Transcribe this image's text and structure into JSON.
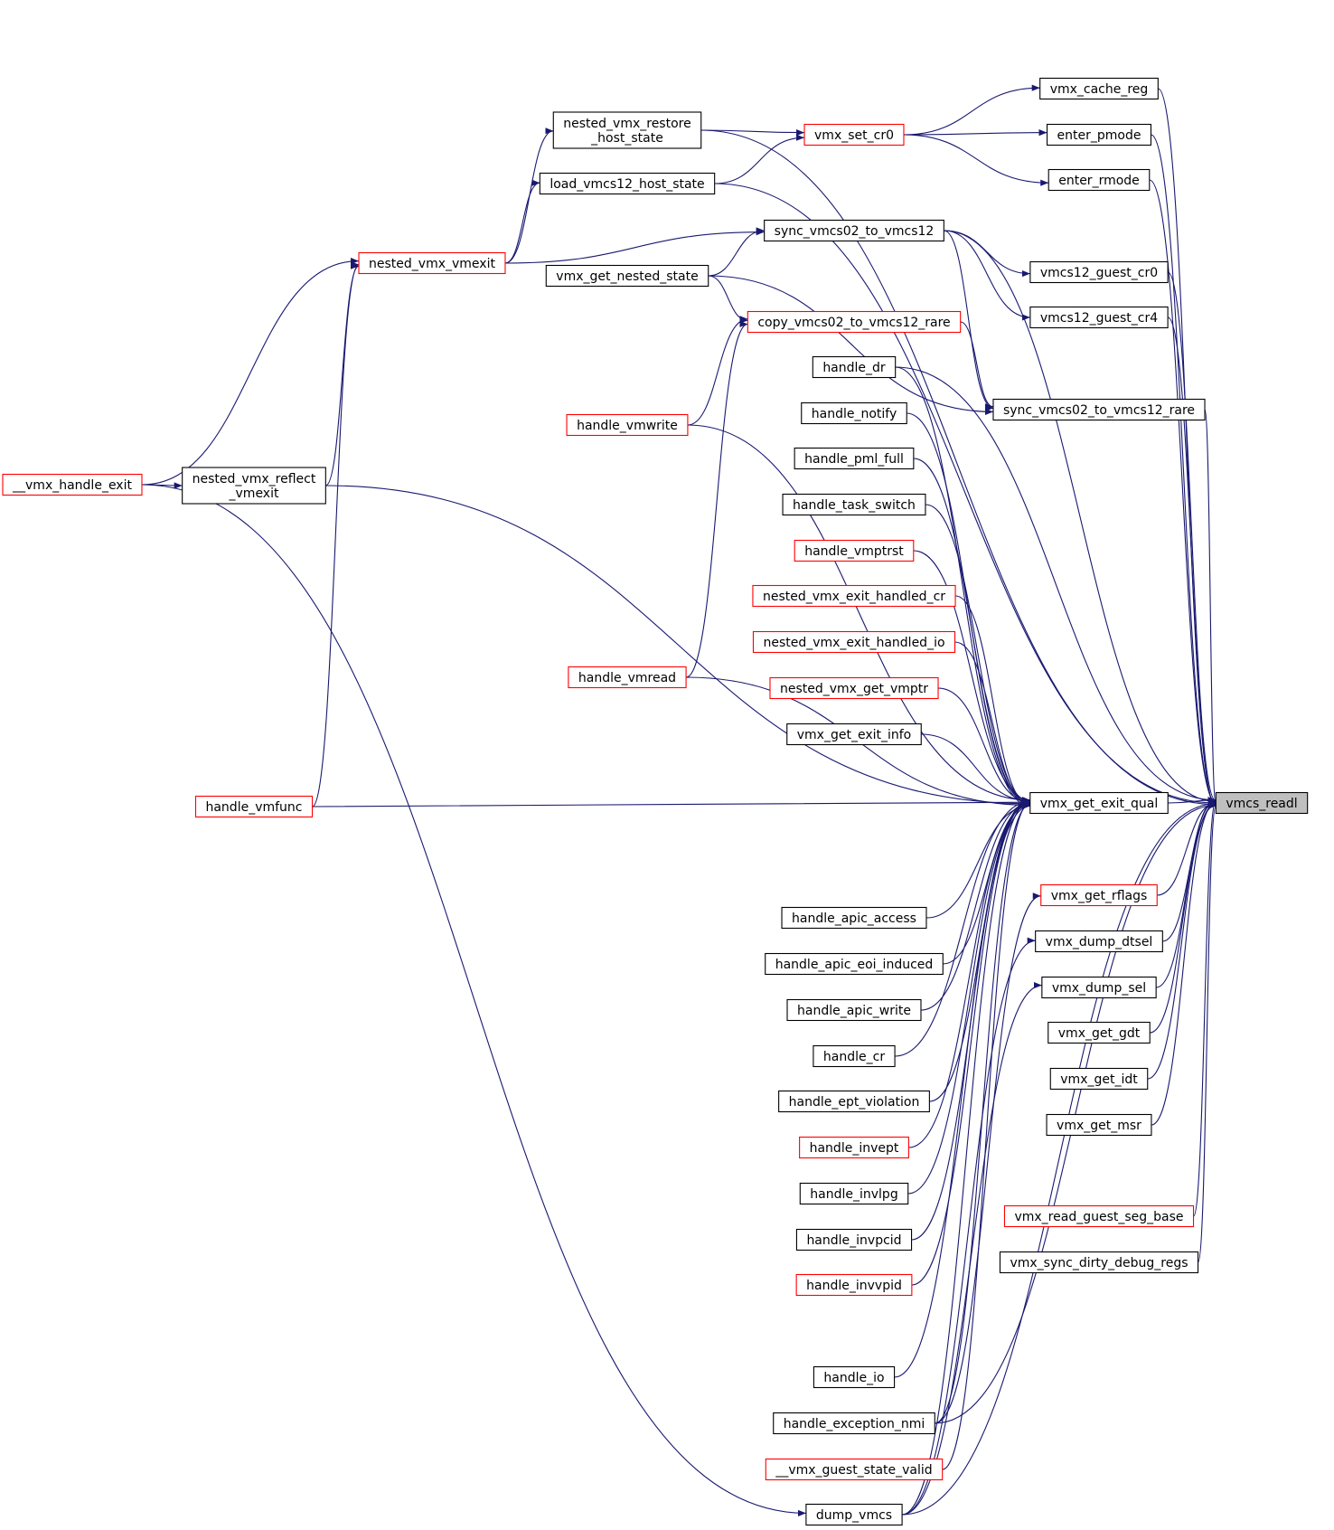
{
  "colors": {
    "edge": "#191970",
    "border_normal": "#000000",
    "border_truncated": "#ff0000",
    "root_fill": "#bfbfbf",
    "node_fill": "#ffffff"
  },
  "nodes": {
    "vmcs_readl": {
      "label": "vmcs_readl",
      "style": "root"
    },
    "vmx_get_exit_qual": {
      "label": "vmx_get_exit_qual",
      "style": "normal"
    },
    "vmx_cache_reg": {
      "label": "vmx_cache_reg",
      "style": "normal"
    },
    "enter_pmode": {
      "label": "enter_pmode",
      "style": "normal"
    },
    "enter_rmode": {
      "label": "enter_rmode",
      "style": "normal"
    },
    "vmcs12_guest_cr0": {
      "label": "vmcs12_guest_cr0",
      "style": "normal"
    },
    "vmcs12_guest_cr4": {
      "label": "vmcs12_guest_cr4",
      "style": "normal"
    },
    "sync_vmcs02_to_vmcs12_rare": {
      "label": "sync_vmcs02_to_vmcs12_rare",
      "style": "normal"
    },
    "vmx_get_rflags": {
      "label": "vmx_get_rflags",
      "style": "truncated"
    },
    "vmx_dump_dtsel": {
      "label": "vmx_dump_dtsel",
      "style": "normal"
    },
    "vmx_dump_sel": {
      "label": "vmx_dump_sel",
      "style": "normal"
    },
    "vmx_get_gdt": {
      "label": "vmx_get_gdt",
      "style": "normal"
    },
    "vmx_get_idt": {
      "label": "vmx_get_idt",
      "style": "normal"
    },
    "vmx_get_msr": {
      "label": "vmx_get_msr",
      "style": "normal"
    },
    "vmx_read_guest_seg_base": {
      "label": "vmx_read_guest_seg_base",
      "style": "truncated"
    },
    "vmx_sync_dirty_debug_regs": {
      "label": "vmx_sync_dirty_debug_regs",
      "style": "normal"
    },
    "vmx_set_cr0": {
      "label": "vmx_set_cr0",
      "style": "truncated"
    },
    "sync_vmcs02_to_vmcs12": {
      "label": "sync_vmcs02_to_vmcs12",
      "style": "normal"
    },
    "copy_vmcs02_to_vmcs12_rare": {
      "label": "copy_vmcs02_to_vmcs12_rare",
      "style": "truncated"
    },
    "handle_dr": {
      "label": "handle_dr",
      "style": "normal"
    },
    "handle_notify": {
      "label": "handle_notify",
      "style": "normal"
    },
    "handle_pml_full": {
      "label": "handle_pml_full",
      "style": "normal"
    },
    "handle_task_switch": {
      "label": "handle_task_switch",
      "style": "normal"
    },
    "handle_vmptrst": {
      "label": "handle_vmptrst",
      "style": "truncated"
    },
    "nested_vmx_exit_handled_cr": {
      "label": "nested_vmx_exit_handled_cr",
      "style": "truncated"
    },
    "nested_vmx_exit_handled_io": {
      "label": "nested_vmx_exit_handled_io",
      "style": "truncated"
    },
    "nested_vmx_get_vmptr": {
      "label": "nested_vmx_get_vmptr",
      "style": "truncated"
    },
    "vmx_get_exit_info": {
      "label": "vmx_get_exit_info",
      "style": "normal"
    },
    "handle_apic_access": {
      "label": "handle_apic_access",
      "style": "normal"
    },
    "handle_apic_eoi_induced": {
      "label": "handle_apic_eoi_induced",
      "style": "normal"
    },
    "handle_apic_write": {
      "label": "handle_apic_write",
      "style": "normal"
    },
    "handle_cr": {
      "label": "handle_cr",
      "style": "normal"
    },
    "handle_ept_violation": {
      "label": "handle_ept_violation",
      "style": "normal"
    },
    "handle_invept": {
      "label": "handle_invept",
      "style": "truncated"
    },
    "handle_invlpg": {
      "label": "handle_invlpg",
      "style": "normal"
    },
    "handle_invpcid": {
      "label": "handle_invpcid",
      "style": "normal"
    },
    "handle_invvpid": {
      "label": "handle_invvpid",
      "style": "truncated"
    },
    "handle_io": {
      "label": "handle_io",
      "style": "normal"
    },
    "handle_exception_nmi": {
      "label": "handle_exception_nmi",
      "style": "normal"
    },
    "vmx_guest_state_valid": {
      "label": "__vmx_guest_state_valid",
      "style": "truncated"
    },
    "dump_vmcs": {
      "label": "dump_vmcs",
      "style": "normal"
    },
    "nested_vmx_restore_host_state": {
      "label": "nested_vmx_restore\n_host_state",
      "style": "normal"
    },
    "load_vmcs12_host_state": {
      "label": "load_vmcs12_host_state",
      "style": "normal"
    },
    "vmx_get_nested_state": {
      "label": "vmx_get_nested_state",
      "style": "normal"
    },
    "handle_vmwrite": {
      "label": "handle_vmwrite",
      "style": "truncated"
    },
    "handle_vmread": {
      "label": "handle_vmread",
      "style": "truncated"
    },
    "nested_vmx_vmexit": {
      "label": "nested_vmx_vmexit",
      "style": "truncated"
    },
    "nested_vmx_reflect_vmexit": {
      "label": "nested_vmx_reflect\n_vmexit",
      "style": "normal"
    },
    "handle_vmfunc": {
      "label": "handle_vmfunc",
      "style": "truncated"
    },
    "vmx_handle_exit": {
      "label": "__vmx_handle_exit",
      "style": "truncated"
    }
  },
  "edges": [
    [
      "vmx_get_exit_qual",
      "vmcs_readl"
    ],
    [
      "vmx_cache_reg",
      "vmcs_readl"
    ],
    [
      "enter_pmode",
      "vmcs_readl"
    ],
    [
      "enter_rmode",
      "vmcs_readl"
    ],
    [
      "vmcs12_guest_cr0",
      "vmcs_readl"
    ],
    [
      "vmcs12_guest_cr4",
      "vmcs_readl"
    ],
    [
      "sync_vmcs02_to_vmcs12_rare",
      "vmcs_readl"
    ],
    [
      "vmx_get_rflags",
      "vmcs_readl"
    ],
    [
      "vmx_dump_dtsel",
      "vmcs_readl"
    ],
    [
      "vmx_dump_sel",
      "vmcs_readl"
    ],
    [
      "vmx_get_gdt",
      "vmcs_readl"
    ],
    [
      "vmx_get_idt",
      "vmcs_readl"
    ],
    [
      "vmx_get_msr",
      "vmcs_readl"
    ],
    [
      "vmx_read_guest_seg_base",
      "vmcs_readl"
    ],
    [
      "vmx_sync_dirty_debug_regs",
      "vmcs_readl"
    ],
    [
      "nested_vmx_restore_host_state",
      "vmcs_readl"
    ],
    [
      "load_vmcs12_host_state",
      "vmcs_readl"
    ],
    [
      "sync_vmcs02_to_vmcs12",
      "vmcs_readl"
    ],
    [
      "handle_dr",
      "vmcs_readl"
    ],
    [
      "handle_exception_nmi",
      "vmcs_readl"
    ],
    [
      "dump_vmcs",
      "vmcs_readl"
    ],
    [
      "vmx_set_cr0",
      "vmx_cache_reg"
    ],
    [
      "vmx_set_cr0",
      "enter_pmode"
    ],
    [
      "vmx_set_cr0",
      "enter_rmode"
    ],
    [
      "sync_vmcs02_to_vmcs12",
      "vmcs12_guest_cr0"
    ],
    [
      "sync_vmcs02_to_vmcs12",
      "vmcs12_guest_cr4"
    ],
    [
      "sync_vmcs02_to_vmcs12",
      "sync_vmcs02_to_vmcs12_rare"
    ],
    [
      "copy_vmcs02_to_vmcs12_rare",
      "sync_vmcs02_to_vmcs12_rare"
    ],
    [
      "vmx_get_nested_state",
      "sync_vmcs02_to_vmcs12_rare"
    ],
    [
      "handle_exception_nmi",
      "vmx_get_rflags"
    ],
    [
      "dump_vmcs",
      "vmx_dump_dtsel"
    ],
    [
      "dump_vmcs",
      "vmx_dump_sel"
    ],
    [
      "handle_dr",
      "vmx_get_exit_qual"
    ],
    [
      "handle_notify",
      "vmx_get_exit_qual"
    ],
    [
      "handle_pml_full",
      "vmx_get_exit_qual"
    ],
    [
      "handle_task_switch",
      "vmx_get_exit_qual"
    ],
    [
      "handle_vmptrst",
      "vmx_get_exit_qual"
    ],
    [
      "nested_vmx_exit_handled_cr",
      "vmx_get_exit_qual"
    ],
    [
      "nested_vmx_exit_handled_io",
      "vmx_get_exit_qual"
    ],
    [
      "nested_vmx_get_vmptr",
      "vmx_get_exit_qual"
    ],
    [
      "vmx_get_exit_info",
      "vmx_get_exit_qual"
    ],
    [
      "handle_apic_access",
      "vmx_get_exit_qual"
    ],
    [
      "handle_apic_eoi_induced",
      "vmx_get_exit_qual"
    ],
    [
      "handle_apic_write",
      "vmx_get_exit_qual"
    ],
    [
      "handle_cr",
      "vmx_get_exit_qual"
    ],
    [
      "handle_ept_violation",
      "vmx_get_exit_qual"
    ],
    [
      "handle_invept",
      "vmx_get_exit_qual"
    ],
    [
      "handle_invlpg",
      "vmx_get_exit_qual"
    ],
    [
      "handle_invpcid",
      "vmx_get_exit_qual"
    ],
    [
      "handle_invvpid",
      "vmx_get_exit_qual"
    ],
    [
      "handle_io",
      "vmx_get_exit_qual"
    ],
    [
      "handle_exception_nmi",
      "vmx_get_exit_qual"
    ],
    [
      "vmx_guest_state_valid",
      "vmx_get_exit_qual"
    ],
    [
      "dump_vmcs",
      "vmx_get_exit_qual"
    ],
    [
      "handle_vmwrite",
      "vmx_get_exit_qual"
    ],
    [
      "handle_vmread",
      "vmx_get_exit_qual"
    ],
    [
      "nested_vmx_reflect_vmexit",
      "vmx_get_exit_qual"
    ],
    [
      "handle_vmfunc",
      "vmx_get_exit_qual"
    ],
    [
      "nested_vmx_restore_host_state",
      "vmx_set_cr0"
    ],
    [
      "load_vmcs12_host_state",
      "vmx_set_cr0"
    ],
    [
      "nested_vmx_vmexit",
      "sync_vmcs02_to_vmcs12"
    ],
    [
      "vmx_get_nested_state",
      "sync_vmcs02_to_vmcs12"
    ],
    [
      "vmx_get_nested_state",
      "copy_vmcs02_to_vmcs12_rare"
    ],
    [
      "handle_vmwrite",
      "copy_vmcs02_to_vmcs12_rare"
    ],
    [
      "handle_vmread",
      "copy_vmcs02_to_vmcs12_rare"
    ],
    [
      "nested_vmx_vmexit",
      "nested_vmx_restore_host_state"
    ],
    [
      "nested_vmx_vmexit",
      "load_vmcs12_host_state"
    ],
    [
      "vmx_handle_exit",
      "nested_vmx_vmexit"
    ],
    [
      "nested_vmx_reflect_vmexit",
      "nested_vmx_vmexit"
    ],
    [
      "handle_vmfunc",
      "nested_vmx_vmexit"
    ],
    [
      "vmx_handle_exit",
      "nested_vmx_reflect_vmexit"
    ],
    [
      "vmx_handle_exit",
      "dump_vmcs"
    ]
  ]
}
